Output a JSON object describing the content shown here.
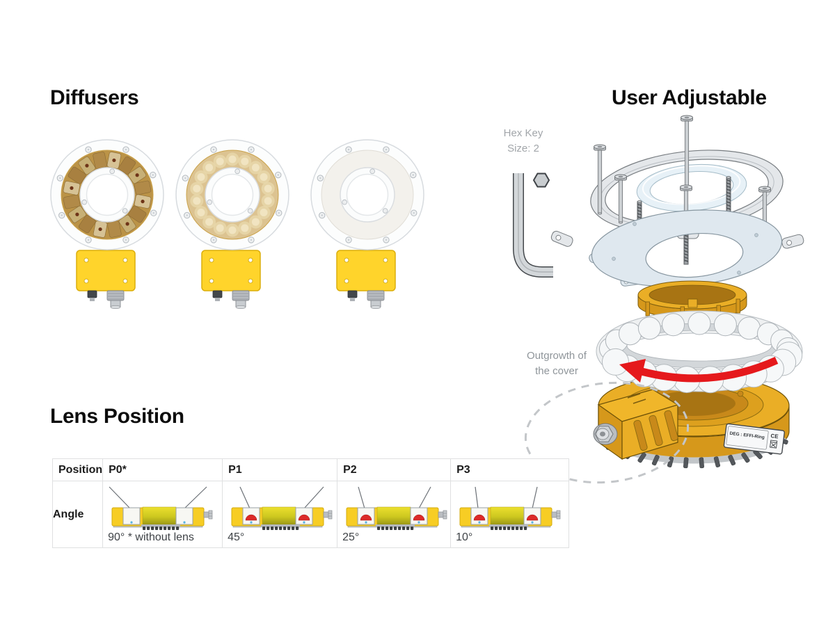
{
  "diffusers": {
    "title": "Diffusers"
  },
  "user_adjustable": {
    "title": "User Adjustable",
    "hex_key": {
      "line1": "Hex Key",
      "line2": "Size: 2"
    },
    "callout": {
      "line1": "Outgrowth of",
      "line2": "the cover"
    },
    "device_label": "DEG : EFFI-Ring",
    "device_ce": "CE"
  },
  "lens_position": {
    "title": "Lens Position",
    "table": {
      "position_header": "Position",
      "columns": [
        "P0*",
        "P1",
        "P2",
        "P3"
      ],
      "row_label": "Angle",
      "angles": [
        "90° * without lens",
        "45°",
        "25°",
        "10°"
      ]
    }
  },
  "colors": {
    "product_yellow": "#ffd42b",
    "cad_yellow": "#eaae26",
    "arrow_red": "#e5191c",
    "glass_blue": "#e7f1f7",
    "muted_text": "#a2a6aa"
  }
}
